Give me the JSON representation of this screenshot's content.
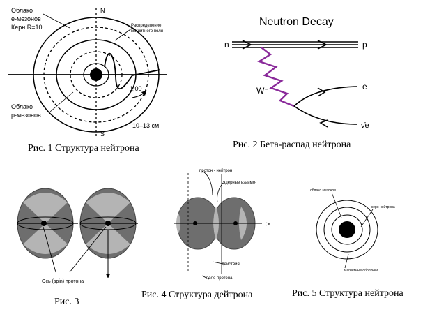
{
  "fig1": {
    "label_electron_cloud_1": "Облако",
    "label_electron_cloud_2": "е-мезонов",
    "label_electron_cloud_3": "Керн R=10",
    "label_axis_n": "N",
    "label_axis_s": "S",
    "label_p_cloud_1": "Облако",
    "label_p_cloud_2": "р-мезонов",
    "label_scale": "10–13 см",
    "label_top_right_1": "Распределение",
    "label_top_right_2": "магнитного поля",
    "label_value": "1,00",
    "caption": "Рис. 1 Структура нейтрона"
  },
  "fig2": {
    "title": "Neutron Decay",
    "label_n": "n",
    "label_p": "p",
    "label_w": "W⁻",
    "label_e": "e",
    "label_nu": "ν̄e",
    "caption": "Рис. 2   Бета-распад нейтрона"
  },
  "fig3": {
    "label_axis": "Ось (spin) протона",
    "caption": "Рис. 3"
  },
  "fig4": {
    "label_1": "протон - нейтрон",
    "label_2": "ядерные взаимо-",
    "label_3": "действия",
    "label_4": "поле протона",
    "caption": "Рис. 4 Структура дейтрона"
  },
  "fig5": {
    "label_1": "облако мезонов",
    "label_2": "керн нейтрона",
    "label_3": "магнитные оболочки",
    "caption": "Рис. 5 Структура нейтрона"
  },
  "colors": {
    "ink": "#000000",
    "gray_dark": "#6e6e6e",
    "gray_light": "#b4b4b4",
    "wave": "#8a2a9a"
  }
}
